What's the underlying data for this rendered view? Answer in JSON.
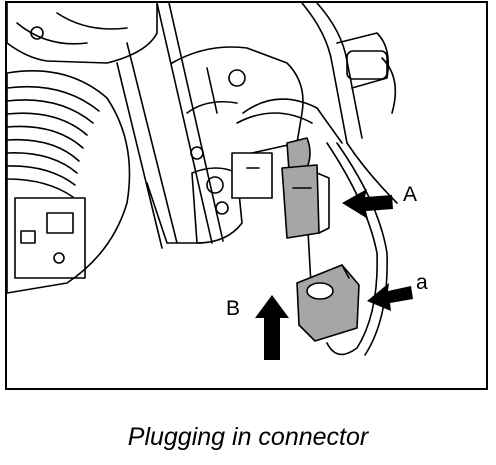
{
  "figure": {
    "callouts": {
      "a_upper": "A",
      "a_lower": "a",
      "b": "B"
    },
    "colors": {
      "line": "#000000",
      "connector_fill": "#a6a6a6",
      "background": "#ffffff"
    }
  },
  "caption": "Plugging in connector"
}
